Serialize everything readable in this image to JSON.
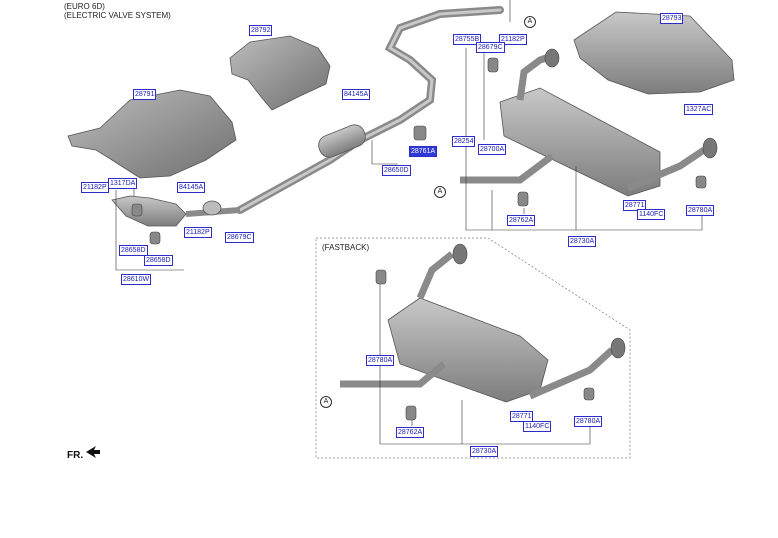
{
  "header": {
    "line1": "(EURO 6D)",
    "line2": "(ELECTRIC VALVE SYSTEM)"
  },
  "fastback_caption": "(FASTBACK)",
  "direction_label": "FR.",
  "ref_marker": "A",
  "labels": {
    "l28792": "28792",
    "l28793": "28793",
    "l28791": "28791",
    "l84145a_top": "84145A",
    "l84145a_mid": "84145A",
    "l28755b": "28755B",
    "l21182p_top": "21182P",
    "l28679c_top": "28679C",
    "l1327ac": "1327AC",
    "l28254": "28254",
    "l28700a": "28700A",
    "l28761a": "28761A",
    "l28650d": "28650D",
    "l21182p_left": "21182P",
    "l1317da": "1317DA",
    "l21182p_cat": "21182P",
    "l28679c_bot": "28679C",
    "l28658d_a": "28658D",
    "l28658d_b": "28658D",
    "l28610w": "28610W",
    "l28762a": "28762A",
    "l28771": "28771",
    "l1140fc": "1140FC",
    "l28780a": "28780A",
    "l28730a": "28730A",
    "l28780a_fb_left": "28780A",
    "l28771_fb": "28771",
    "l1140fc_fb": "1140FC",
    "l28780a_fb_right": "28780A",
    "l28762a_fb": "28762A",
    "l28730a_fb": "28730A"
  },
  "highlight_label": "l28761a",
  "colors": {
    "label_border": "#2c2cc8",
    "label_text": "#1a1ab8",
    "highlight": "#2f39d6",
    "part_fill": "#9a9a9a"
  }
}
